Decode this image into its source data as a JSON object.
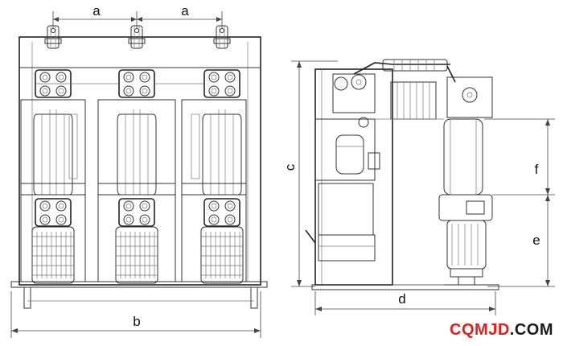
{
  "front_view": {
    "dims": {
      "a1": "a",
      "a2": "a",
      "b": "b"
    }
  },
  "side_view": {
    "dims": {
      "c": "c",
      "d": "d",
      "e": "e",
      "f": "f"
    }
  },
  "watermark": {
    "main": "CQMJD",
    "suffix": ".COM"
  },
  "colors": {
    "line": "#333333",
    "watermark_red": "#e0201b",
    "watermark_dark": "#1a1a1a"
  }
}
